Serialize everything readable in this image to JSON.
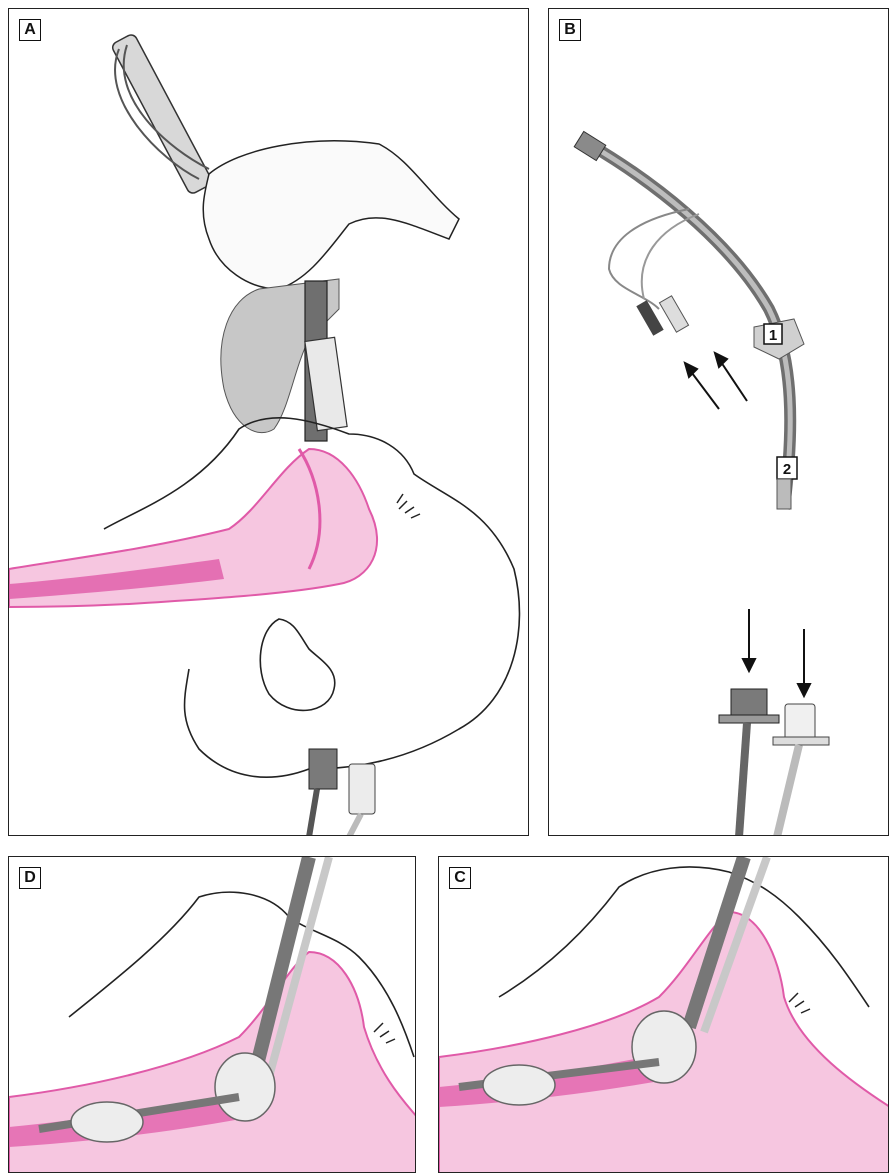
{
  "panels": {
    "a": {
      "label": "A"
    },
    "b": {
      "label": "B",
      "markers": [
        "1",
        "2"
      ]
    },
    "c": {
      "label": "C"
    },
    "d": {
      "label": "D"
    }
  },
  "colors": {
    "airway_pink": "#e05aa8",
    "airway_light": "#f6c6e0",
    "tube_gray": "#9a9a9a",
    "outline": "#222222"
  }
}
